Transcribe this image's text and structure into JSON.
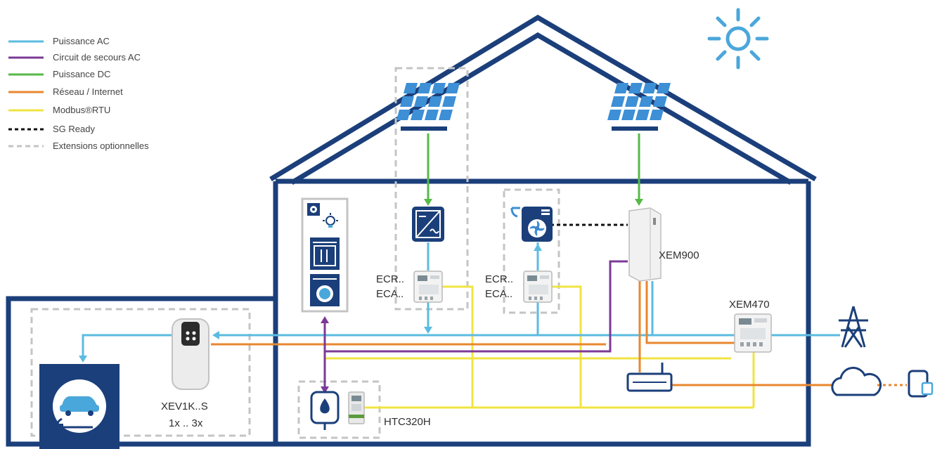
{
  "legend": {
    "items": [
      {
        "label": "Puissance AC",
        "color": "#5bbbe0",
        "style": "solid"
      },
      {
        "label": "Circuit de secours AC",
        "color": "#7b3a96",
        "style": "solid"
      },
      {
        "label": "Puissance DC",
        "color": "#56b947",
        "style": "solid"
      },
      {
        "label": "Réseau / Internet",
        "color": "#e8872f",
        "style": "solid"
      },
      {
        "label": "Modbus®RTU",
        "color": "#f0e442",
        "style": "solid"
      },
      {
        "label": "SG Ready",
        "color": "#111111",
        "style": "dotted"
      },
      {
        "label": "Extensions optionnelles",
        "color": "#c4c4c4",
        "style": "dashed"
      }
    ]
  },
  "labels": {
    "meter_pv_1": "ECR..",
    "meter_pv_2": "ECA..",
    "meter_hp_1": "ECR..",
    "meter_hp_2": "ECA..",
    "xem900": "XEM900",
    "xem470": "XEM470",
    "charger_model": "XEV1K..S",
    "charger_count": "1x ..  3x",
    "htc": "HTC320H"
  },
  "colors": {
    "house": "#1b3f7a",
    "ac": "#5bbbe0",
    "backup": "#7b3a96",
    "dc": "#56b947",
    "network": "#e8872f",
    "modbus": "#f0e442",
    "sun": "#4aa7db",
    "solar_panel": "#3d8fd6"
  },
  "icons": [
    "sun-icon",
    "solar-panel-icon",
    "inverter-icon",
    "heat-pump-icon",
    "energy-manager-icon",
    "meter-icon",
    "router-icon",
    "pylon-icon",
    "cloud-icon",
    "phone-icon",
    "ev-charger-icon",
    "ev-car-icon",
    "water-heater-icon",
    "appliance-icon"
  ]
}
